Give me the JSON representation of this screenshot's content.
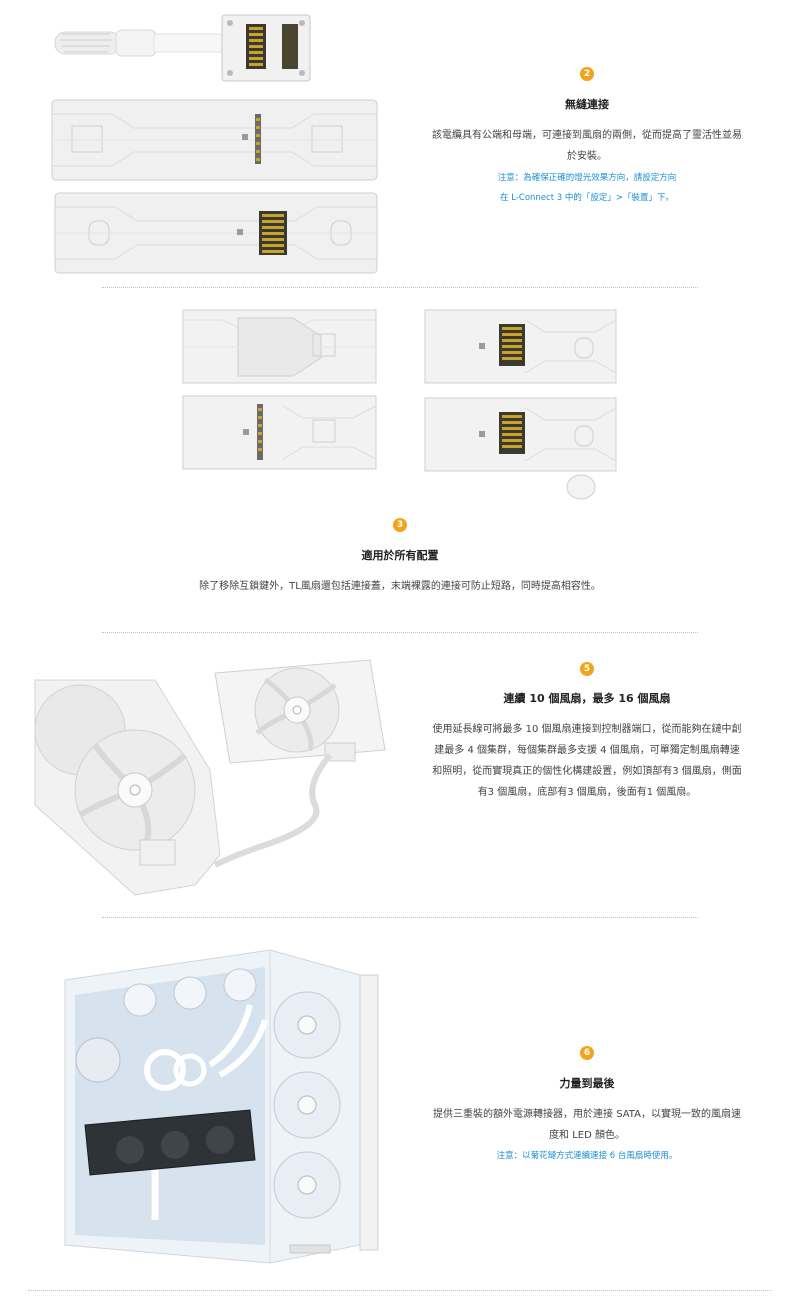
{
  "sections": {
    "s2": {
      "number": "2",
      "title": "無縫連接",
      "paragraph_lines": [
        "該電纜具有公端和母端，可連接到風扇的兩側，從而提高了靈活性並易",
        "於安裝。"
      ],
      "note_lines": [
        "注意：為確保正確的燈光效果方向，請設定方向",
        "在 L-Connect 3 中的「設定」>「裝置」下。"
      ]
    },
    "s3": {
      "number": "3",
      "title": "適用於所有配置",
      "paragraph": "除了移除互鎖鍵外，TL風扇還包括連接蓋，末端裸露的連接可防止短路，同時提高相容性。"
    },
    "s5": {
      "number": "5",
      "title": "連續 10 個風扇，最多 16 個風扇",
      "paragraph_lines": [
        "使用延長線可將最多 10 個風扇連接到控制器端口，從而能夠在鏈中創",
        "建最多 4 個集群，每個集群最多支援 4 個風扇，可單獨定制風扇轉速",
        "和照明，從而實現真正的個性化構建設置，例如頂部有3 個風扇，側面",
        "有3 個風扇，底部有3 個風扇，後面有1 個風扇。"
      ]
    },
    "s6": {
      "number": "6",
      "title": "力量到最後",
      "paragraph_lines": [
        "提供三重裝的額外電源轉接器，用於連接 SATA，以實現一致的風扇速",
        "度和 LED 顏色。"
      ],
      "note": "注意：以菊花鏈方式連續連接 6 台風扇時使用。"
    }
  },
  "colors": {
    "badge": "#f2a31b",
    "note": "#1a8fd6",
    "text": "#444444",
    "title": "#222222"
  }
}
